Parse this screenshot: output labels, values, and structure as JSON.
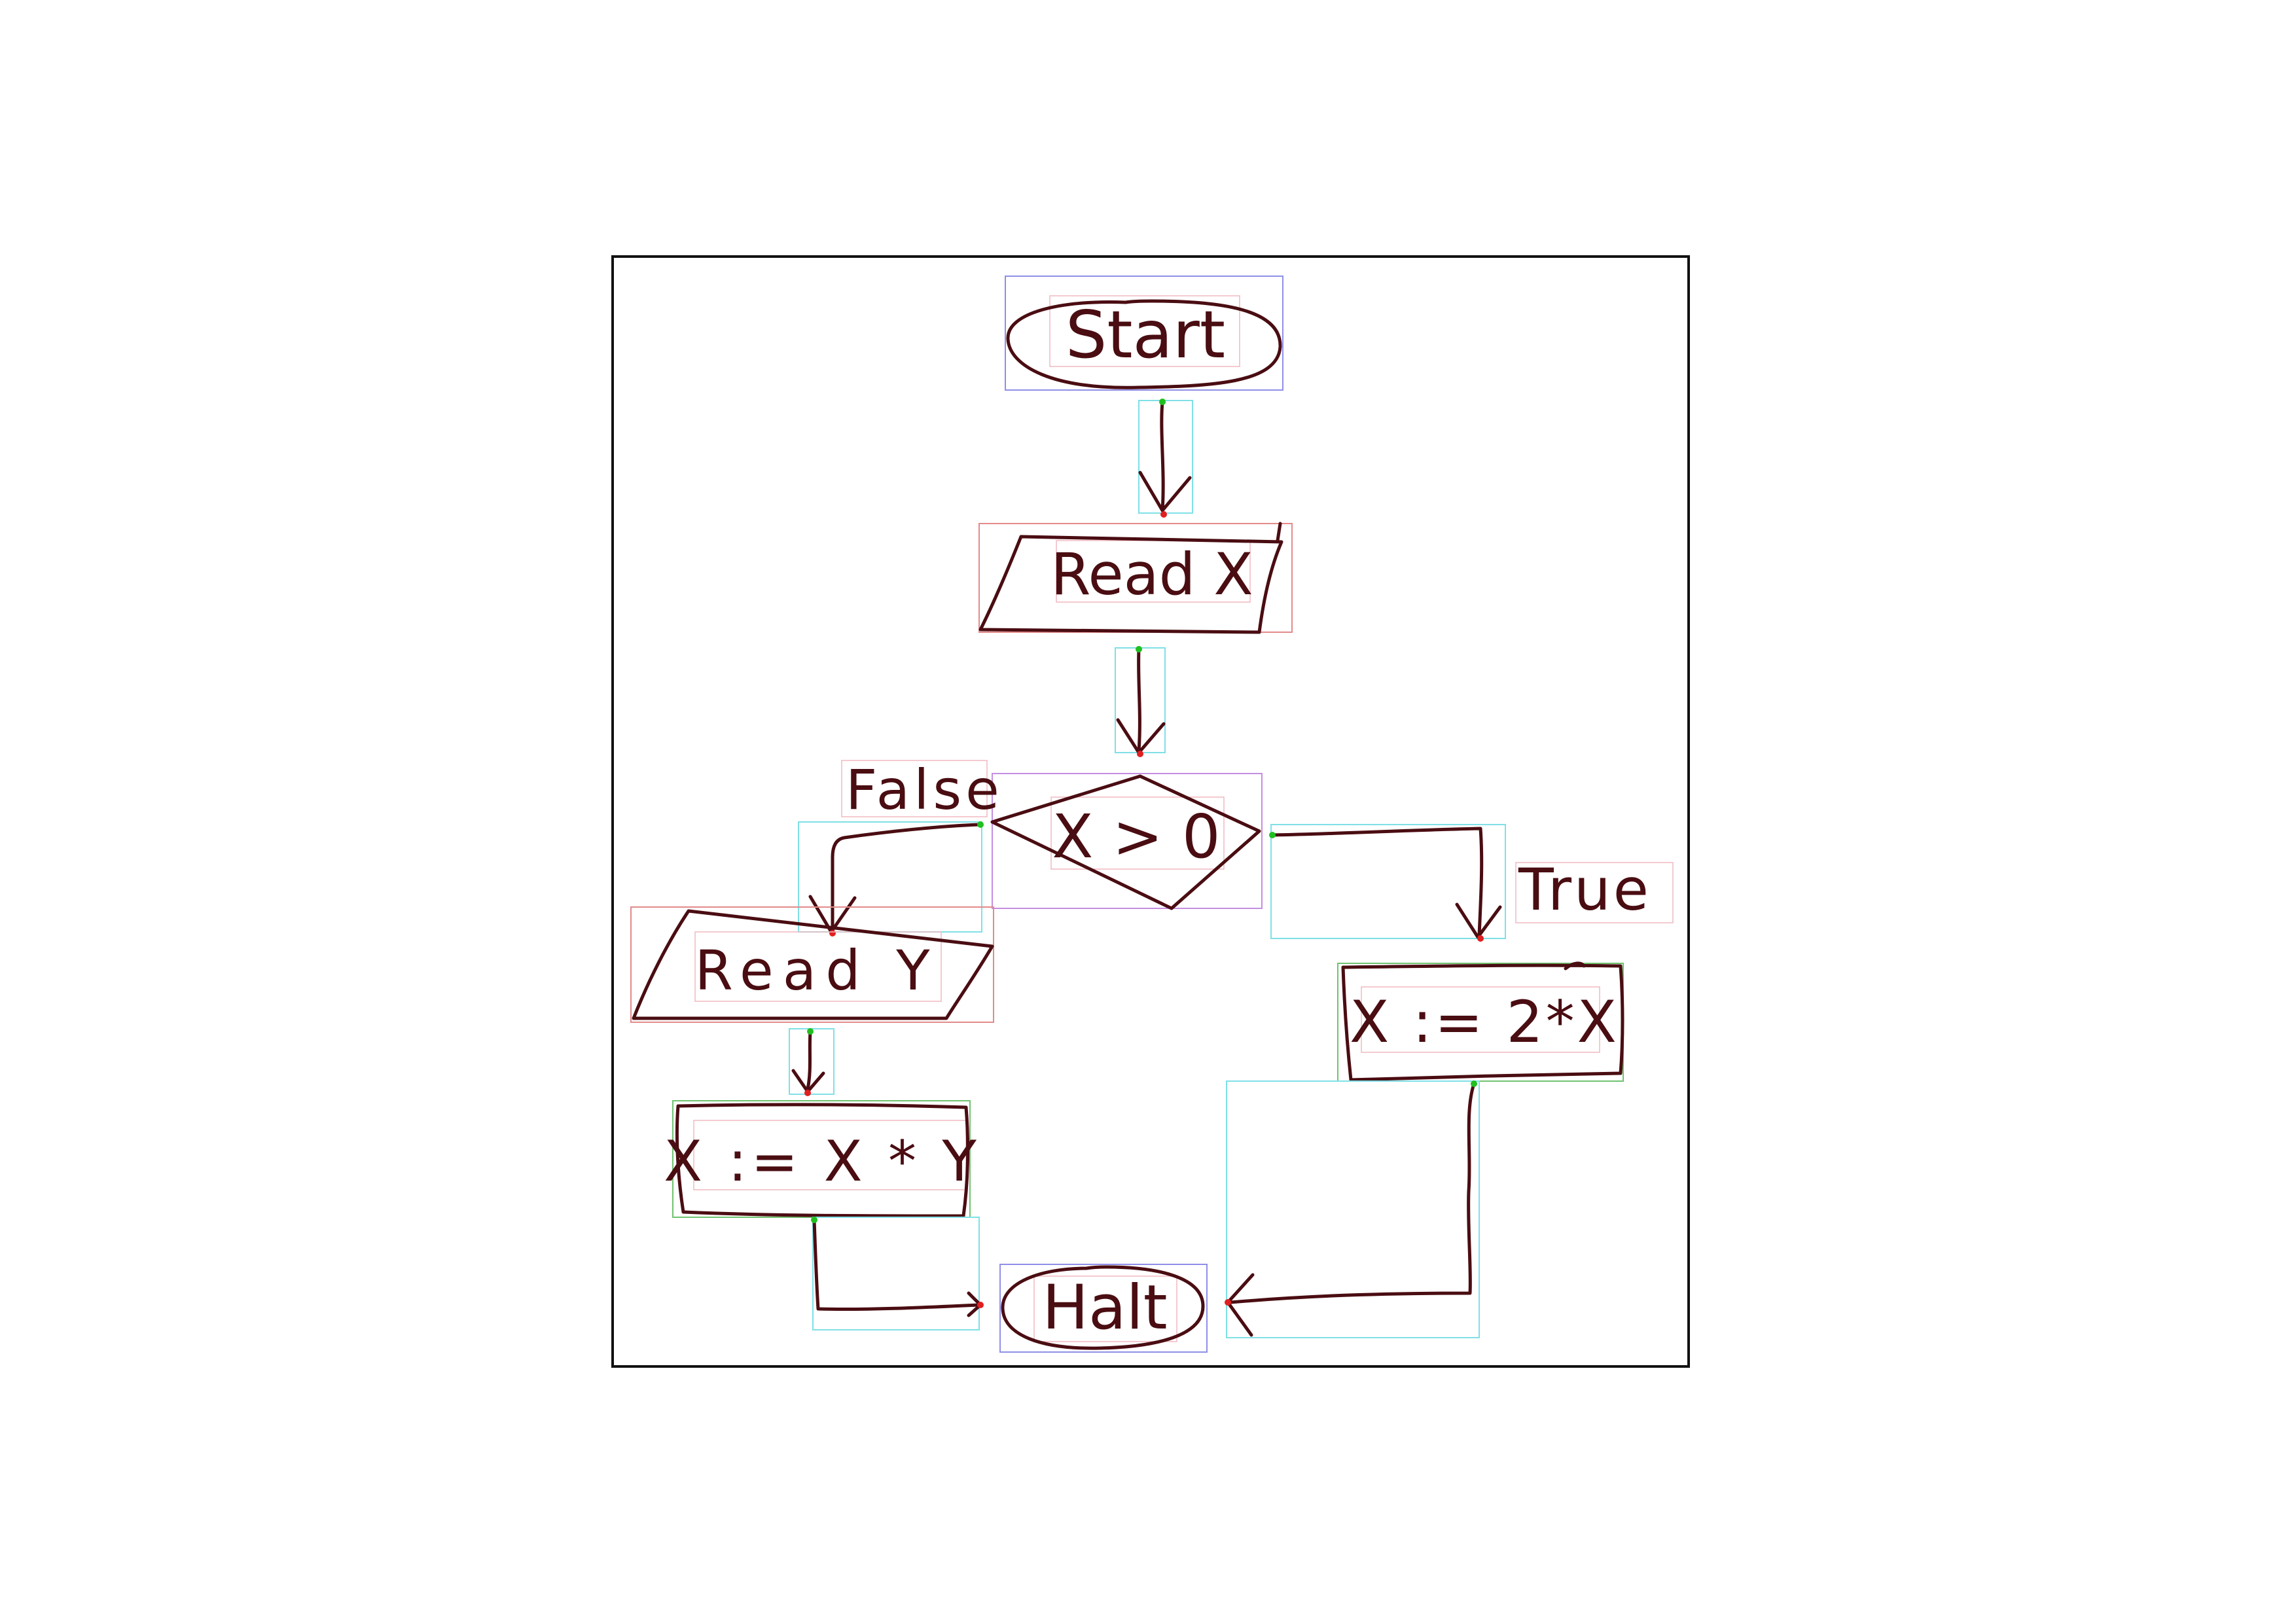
{
  "diagram": {
    "nodes": {
      "start": {
        "label": "Start",
        "shape": "terminator"
      },
      "read_x": {
        "label": "Read X",
        "shape": "input-output"
      },
      "decision": {
        "label": "X > 0",
        "shape": "decision"
      },
      "read_y": {
        "label": "Read Y",
        "shape": "input-output"
      },
      "assign_mul": {
        "label": "X := X * Y",
        "shape": "process"
      },
      "assign_double": {
        "label": "X := 2*X",
        "shape": "process"
      },
      "halt": {
        "label": "Halt",
        "shape": "terminator"
      }
    },
    "edge_labels": {
      "false_branch": "False",
      "true_branch": "True"
    },
    "edges": [
      {
        "from": "start",
        "to": "read_x"
      },
      {
        "from": "read_x",
        "to": "decision"
      },
      {
        "from": "decision",
        "to": "read_y",
        "label": "False"
      },
      {
        "from": "decision",
        "to": "assign_double",
        "label": "True"
      },
      {
        "from": "read_y",
        "to": "assign_mul"
      },
      {
        "from": "assign_mul",
        "to": "halt"
      },
      {
        "from": "assign_double",
        "to": "halt"
      }
    ]
  },
  "colors": {
    "ink": "#4a0d12",
    "frame": "#111111",
    "annotation_terminator": "#8f8fe8",
    "annotation_io": "#e38a8a",
    "annotation_arrow": "#7fe0e6",
    "annotation_decision": "#c48ee0",
    "annotation_process": "#6fc26f",
    "annotation_text": "#f1b9c1"
  }
}
